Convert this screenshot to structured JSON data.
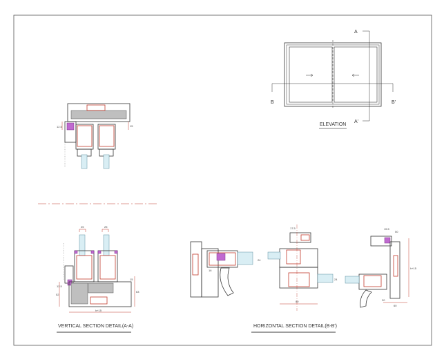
{
  "drawing": {
    "elevation": {
      "title": "ELEVATION",
      "section_marks": {
        "a_top": "A",
        "a_bottom": "A'",
        "b_left": "B",
        "b_right": "B'"
      }
    },
    "vertical_section": {
      "title": "VERTICAL SECTION DETAIL(A-A)",
      "dimensions": {
        "glass_left": "25",
        "glass_right": "25",
        "left_offset": "12.5",
        "left_height": "52",
        "right_offset": "15",
        "right_height": "63",
        "overall_width": "h+15"
      }
    },
    "vertical_section_top": {
      "dimensions": {
        "left_offset": "12.5",
        "right_offset": "15"
      }
    },
    "horizontal_section": {
      "title": "HORIZONTAL SECTION DETAIL(B-B')",
      "dimensions": {
        "left_glass": "24",
        "left_offset": "16",
        "center_top": "17.5",
        "center_glass": "24",
        "center_width": "80",
        "right_top_a": "15.5",
        "right_top_b": "50",
        "right_height": "h+15",
        "right_offset": "20",
        "right_width": "60"
      }
    }
  },
  "colors": {
    "frame_line": "#333333",
    "reinforcement": "#c0392b",
    "gasket": "#c06ad0",
    "glass": "#d9eef4",
    "insulation": "#bfbfbf",
    "title_underline": "#9e9e9e"
  }
}
